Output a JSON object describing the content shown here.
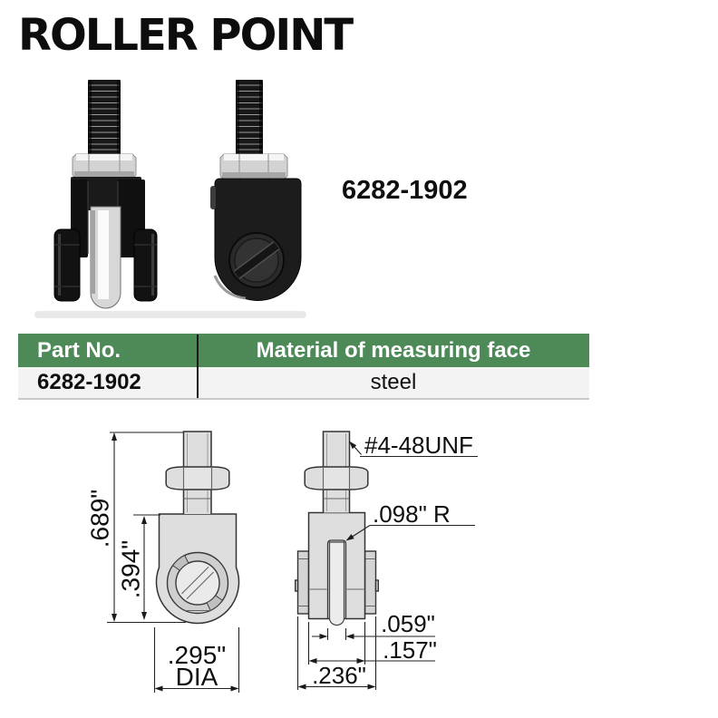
{
  "title": "ROLLER POINT",
  "product": {
    "part_number": "6282-1902"
  },
  "spec_table": {
    "col1_header": "Part No.",
    "col2_header": "Material of measuring face",
    "part_no": "6282-1902",
    "material": "steel",
    "header_bg_color": "#4e8a58"
  },
  "drawing": {
    "overall_height": ".689\"",
    "body_height": ".394\"",
    "roller_diameter": ".295\"",
    "diameter_label": "DIA",
    "thread_spec": "#4-48UNF",
    "tip_radius": ".098\" R",
    "roller_width": ".059\"",
    "inner_width": ".157\"",
    "overall_width": ".236\""
  }
}
